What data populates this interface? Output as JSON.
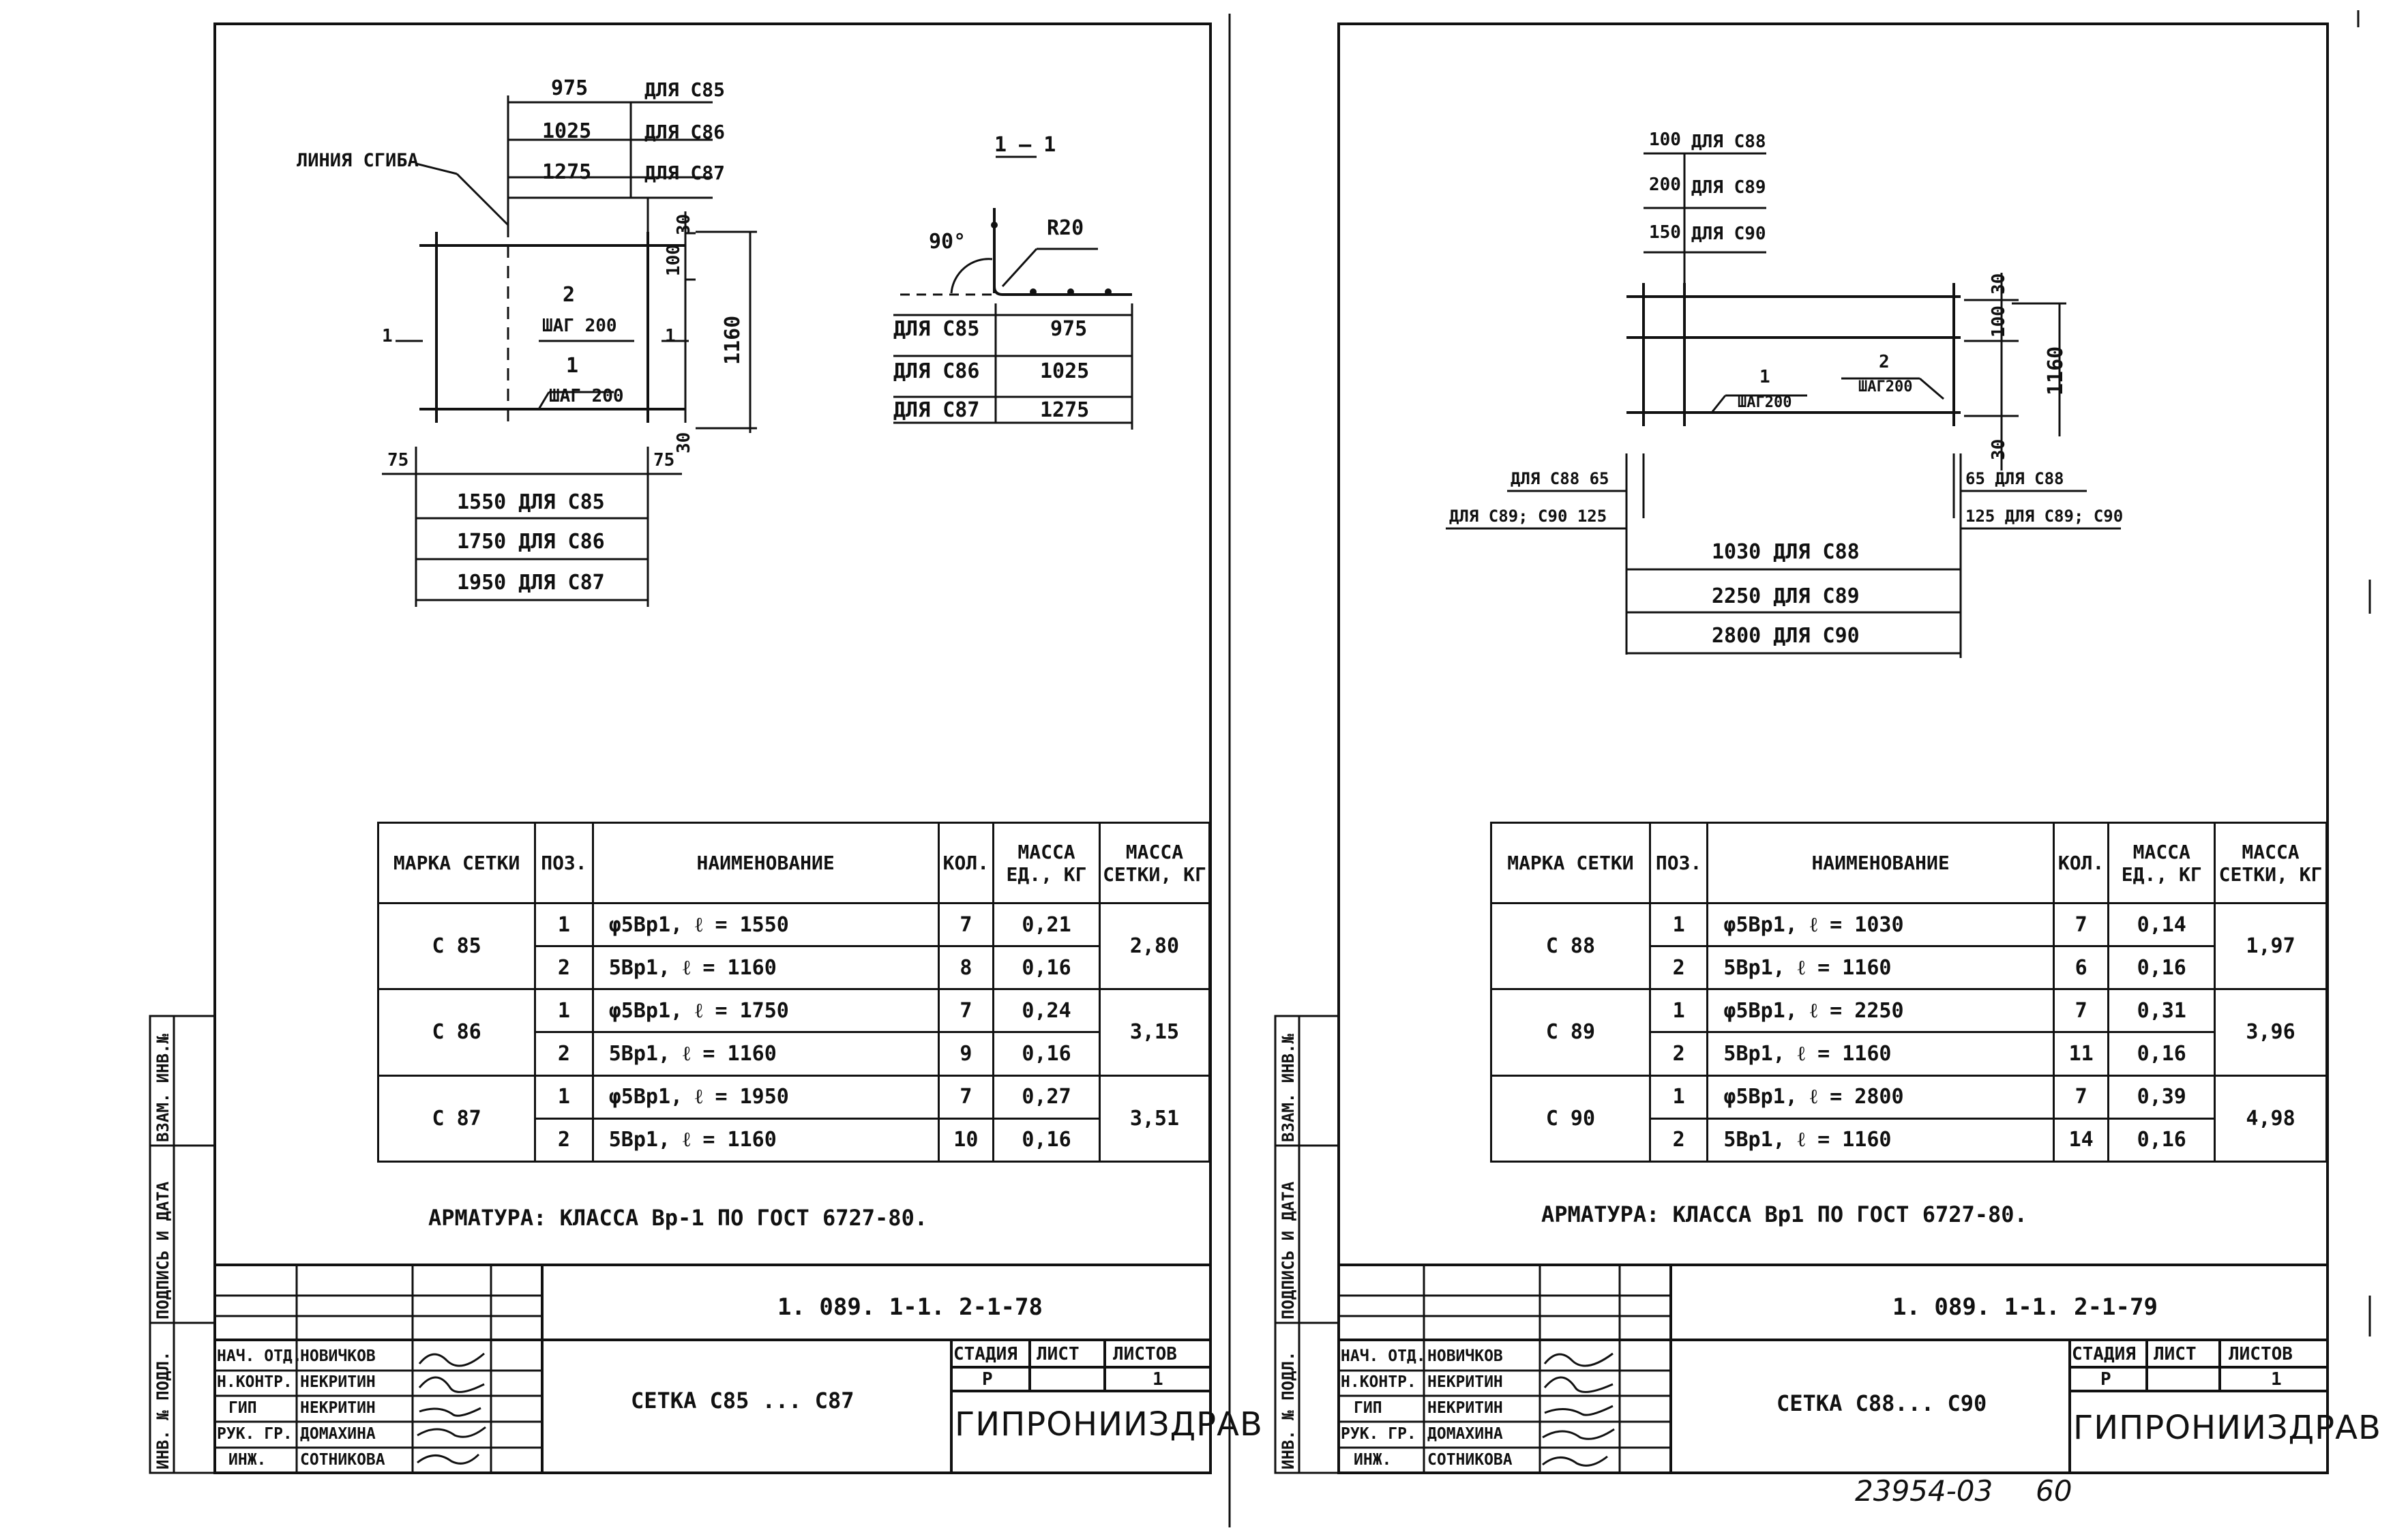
{
  "left": {
    "drawing": {
      "bend_line_label": "ЛИНИЯ СГИБА",
      "top_dims": [
        {
          "value": "975",
          "for": "ДЛЯ С85"
        },
        {
          "value": "1025",
          "for": "ДЛЯ С86"
        },
        {
          "value": "1275",
          "for": "ДЛЯ С87"
        }
      ],
      "pos2": "2",
      "pos2_step": "ШАГ 200",
      "pos1": "1",
      "pos1_step": "ШАГ 200",
      "dim30_top": "30",
      "dim100": "100",
      "dim1160": "1160",
      "dim30_bottom": "30",
      "dim75_left": "75",
      "dim75_right": "75",
      "bottom_dims": [
        "1550 ДЛЯ С85",
        "1750 ДЛЯ С86",
        "1950 ДЛЯ С87"
      ],
      "section_marker": "1",
      "section_title": "1 — 1",
      "angle": "90°",
      "radius": "R20",
      "section_rows": [
        {
          "for": "ДЛЯ С85",
          "value": "975"
        },
        {
          "for": "ДЛЯ С86",
          "value": "1025"
        },
        {
          "for": "ДЛЯ С87",
          "value": "1275"
        }
      ]
    },
    "table": {
      "headers": [
        "МАРКА СЕТКИ",
        "ПОЗ.",
        "НАИМЕНОВАНИЕ",
        "КОЛ.",
        "МАССА ЕД., КГ",
        "МАССА СЕТКИ, КГ"
      ],
      "groups": [
        {
          "mark": "С 85",
          "total": "2,80",
          "rows": [
            {
              "pos": "1",
              "name": "φ5Вр1,  ℓ = 1550",
              "qty": "7",
              "mass": "0,21"
            },
            {
              "pos": "2",
              "name": "5Вр1,  ℓ = 1160",
              "qty": "8",
              "mass": "0,16"
            }
          ]
        },
        {
          "mark": "С 86",
          "total": "3,15",
          "rows": [
            {
              "pos": "1",
              "name": "φ5Вр1,  ℓ = 1750",
              "qty": "7",
              "mass": "0,24"
            },
            {
              "pos": "2",
              "name": "5Вр1,  ℓ = 1160",
              "qty": "9",
              "mass": "0,16"
            }
          ]
        },
        {
          "mark": "С 87",
          "total": "3,51",
          "rows": [
            {
              "pos": "1",
              "name": "φ5Вр1,  ℓ = 1950",
              "qty": "7",
              "mass": "0,27"
            },
            {
              "pos": "2",
              "name": "5Вр1,  ℓ = 1160",
              "qty": "10",
              "mass": "0,16"
            }
          ]
        }
      ]
    },
    "note": "АРМАТУРА: КЛАССА Вр-1 ПО ГОСТ 6727-80.",
    "stamp": {
      "code": "1. 089. 1-1. 2-1-78",
      "title": "СЕТКА  С85 ... С87",
      "stage_label": "СТАДИЯ",
      "sheet_label": "ЛИСТ",
      "sheets_label": "ЛИСТОВ",
      "stage": "Р",
      "sheet": "",
      "sheets": "1",
      "org": "ГИПРОНИИЗДРАВ",
      "people": [
        {
          "role": "НАЧ. ОТД.",
          "name": "НОВИЧКОВ"
        },
        {
          "role": "Н.КОНТР.",
          "name": "НЕКРИТИН"
        },
        {
          "role": "ГИП",
          "name": "НЕКРИТИН"
        },
        {
          "role": "РУК. ГР.",
          "name": "ДОМАХИНА"
        },
        {
          "role": "ИНЖ.",
          "name": "СОТНИКОВА"
        }
      ]
    },
    "side_labels": [
      "ИНВ. № ПОДЛ.",
      "ПОДПИСЬ И ДАТА",
      "ВЗАМ. ИНВ.№"
    ]
  },
  "right": {
    "drawing": {
      "top_dims": [
        {
          "value": "100",
          "for": "ДЛЯ С88"
        },
        {
          "value": "200",
          "for": "ДЛЯ С89"
        },
        {
          "value": "150",
          "for": "ДЛЯ С90"
        }
      ],
      "dim30_top": "30",
      "dim100": "100",
      "dim1160": "1160",
      "dim30_bottom": "30",
      "pos1": "1",
      "pos1_step": "ШАГ200",
      "pos2": "2",
      "pos2_step": "ШАГ200",
      "left_offset_1": "ДЛЯ С88  65",
      "left_offset_2": "ДЛЯ С89; С90  125",
      "right_offset_1": "65 ДЛЯ С88",
      "right_offset_2": "125 ДЛЯ С89; С90",
      "bottom_dims": [
        "1030  ДЛЯ  С88",
        "2250  ДЛЯ  С89",
        "2800  ДЛЯ  С90"
      ]
    },
    "table": {
      "headers": [
        "МАРКА СЕТКИ",
        "ПОЗ.",
        "НАИМЕНОВАНИЕ",
        "КОЛ.",
        "МАССА ЕД., КГ",
        "МАССА СЕТКИ, КГ"
      ],
      "groups": [
        {
          "mark": "С 88",
          "total": "1,97",
          "rows": [
            {
              "pos": "1",
              "name": "φ5Вр1,   ℓ = 1030",
              "qty": "7",
              "mass": "0,14"
            },
            {
              "pos": "2",
              "name": "5Вр1,   ℓ = 1160",
              "qty": "6",
              "mass": "0,16"
            }
          ]
        },
        {
          "mark": "С 89",
          "total": "3,96",
          "rows": [
            {
              "pos": "1",
              "name": "φ5Вр1,   ℓ = 2250",
              "qty": "7",
              "mass": "0,31"
            },
            {
              "pos": "2",
              "name": "5Вр1,   ℓ = 1160",
              "qty": "11",
              "mass": "0,16"
            }
          ]
        },
        {
          "mark": "С 90",
          "total": "4,98",
          "rows": [
            {
              "pos": "1",
              "name": "φ5Вр1,   ℓ = 2800",
              "qty": "7",
              "mass": "0,39"
            },
            {
              "pos": "2",
              "name": "5Вр1,   ℓ = 1160",
              "qty": "14",
              "mass": "0,16"
            }
          ]
        }
      ]
    },
    "note": "АРМАТУРА: КЛАССА Вр1 ПО ГОСТ 6727-80.",
    "stamp": {
      "code": "1. 089. 1-1. 2-1-79",
      "title": "СЕТКА  С88... С90",
      "stage_label": "СТАДИЯ",
      "sheet_label": "ЛИСТ",
      "sheets_label": "ЛИСТОВ",
      "stage": "Р",
      "sheet": "",
      "sheets": "1",
      "org": "ГИПРОНИИЗДРАВ",
      "people": [
        {
          "role": "НАЧ. ОТД.",
          "name": "НОВИЧКОВ"
        },
        {
          "role": "Н.КОНТР.",
          "name": "НЕКРИТИН"
        },
        {
          "role": "ГИП",
          "name": "НЕКРИТИН"
        },
        {
          "role": "РУК. ГР.",
          "name": "ДОМАХИНА"
        },
        {
          "role": "ИНЖ.",
          "name": "СОТНИКОВА"
        }
      ]
    },
    "side_labels": [
      "ИНВ. № ПОДЛ.",
      "ПОДПИСЬ И ДАТА",
      "ВЗАМ. ИНВ.№"
    ]
  },
  "footer": {
    "archive_no": "23954-03",
    "page": "60"
  }
}
